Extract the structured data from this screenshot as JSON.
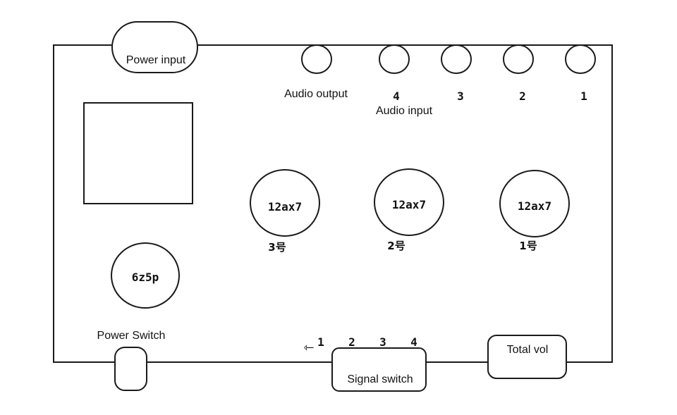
{
  "labels": {
    "power_input": "Power input",
    "audio_output": "Audio output",
    "audio_input": "Audio input",
    "power_switch": "Power Switch",
    "signal_switch": "Signal switch",
    "total_vol": "Total vol"
  },
  "input_numbers": [
    "4",
    "3",
    "2",
    "1"
  ],
  "tubes": [
    {
      "name": "12ax7",
      "number": "3号"
    },
    {
      "name": "12ax7",
      "number": "2号"
    },
    {
      "name": "12ax7",
      "number": "1号"
    }
  ],
  "rectifier_tube": "6z5p",
  "switch_positions": [
    "1",
    "2",
    "3",
    "4"
  ],
  "switch_arrow": "⇽"
}
